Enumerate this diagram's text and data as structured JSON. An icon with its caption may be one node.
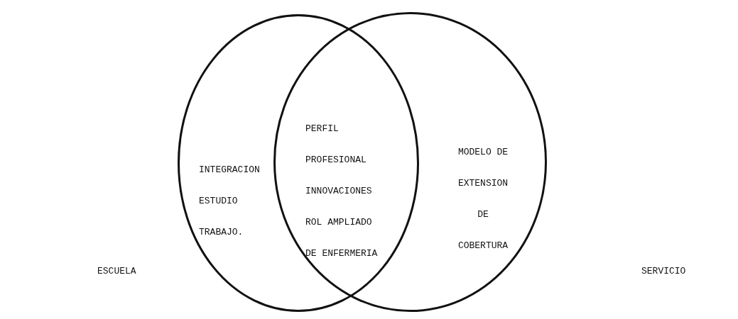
{
  "diagram": {
    "nodes": [
      {
        "text": [
          "INTEGRACION ESTUDIO TRABAJO."
        ]
      },
      {
        "text": [
          "MODELO DE EXTENSION DE COBERTURA"
        ]
      }
    ],
    "labels": [
      "PERFIL PROFESIONAL INNOVACIONES ROL AMPLIADO DE ENFERMERIA",
      "ESCUELA",
      "SERVICIO"
    ]
  }
}
